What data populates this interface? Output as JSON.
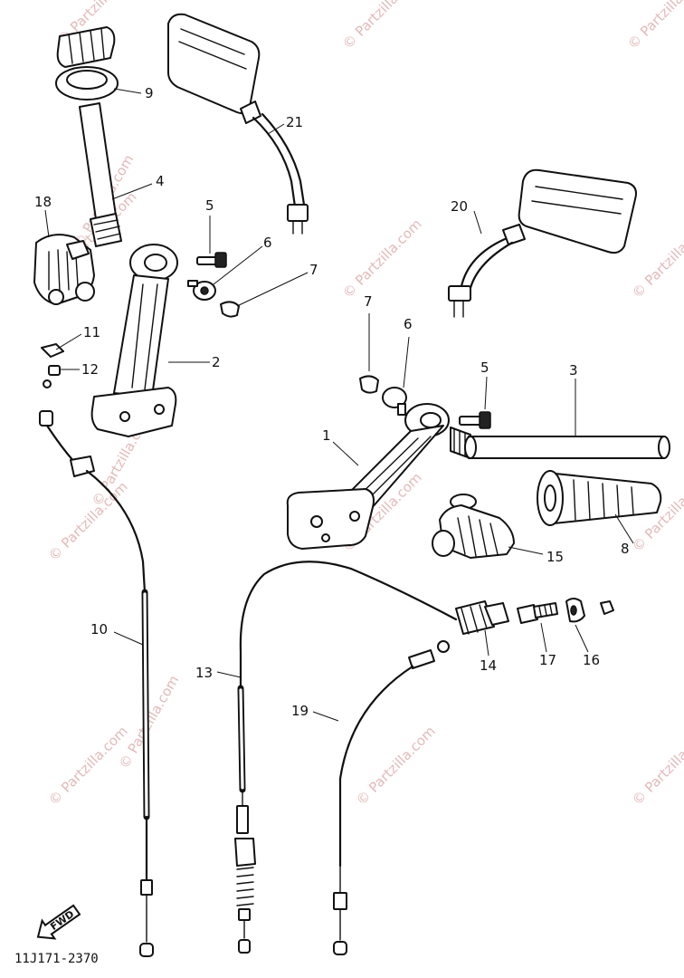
{
  "diagram": {
    "drawing_code": "11J171-2370",
    "direction_label": "FWD",
    "watermark_text": "© Partzilla.com",
    "callouts": [
      "1",
      "2",
      "3",
      "4",
      "5",
      "5",
      "6",
      "6",
      "7",
      "7",
      "8",
      "9",
      "10",
      "11",
      "12",
      "13",
      "14",
      "15",
      "16",
      "17",
      "18",
      "19",
      "20",
      "21"
    ]
  },
  "colors": {
    "line": "#111111",
    "watermark": "#e4b9b9",
    "background": "#ffffff"
  }
}
